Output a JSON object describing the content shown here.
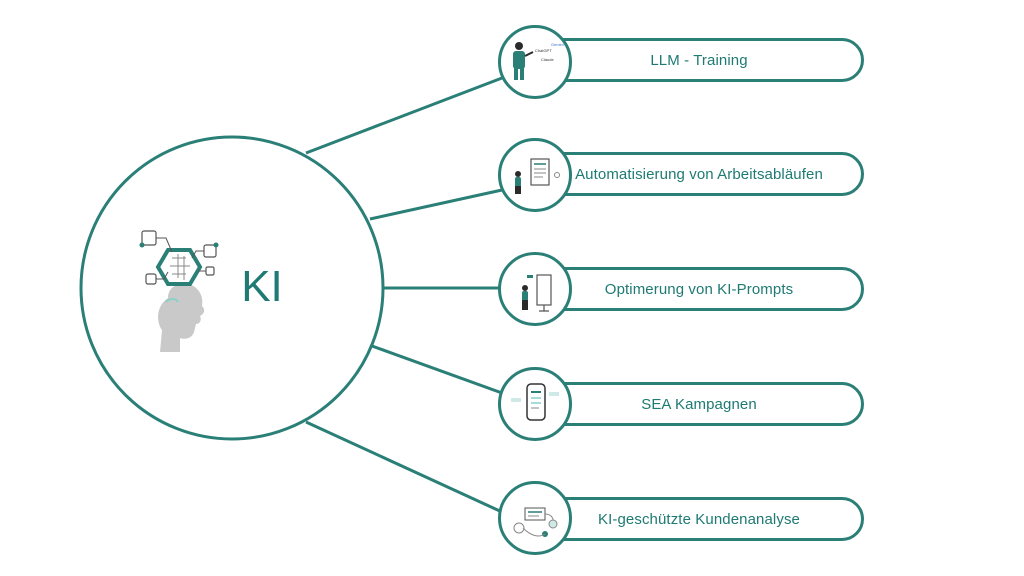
{
  "hub": {
    "label": "KI"
  },
  "items": [
    {
      "label": "LLM - Training",
      "icon": "presenter-llm-icon",
      "tiny_labels": [
        "ChatGPT",
        "Gemini",
        "Claude"
      ]
    },
    {
      "label": "Automatisierung von Arbeitsabläufen",
      "icon": "workflow-document-icon"
    },
    {
      "label": "Optimerung von KI-Prompts",
      "icon": "prompt-board-icon"
    },
    {
      "label": "SEA Kampagnen",
      "icon": "smartphone-ads-icon"
    },
    {
      "label": "KI-geschützte Kundenanalyse",
      "icon": "customer-analysis-icon"
    }
  ],
  "colors": {
    "teal": "#2a7f77",
    "text": "#1e7a72",
    "head": "#c9c9c9"
  }
}
